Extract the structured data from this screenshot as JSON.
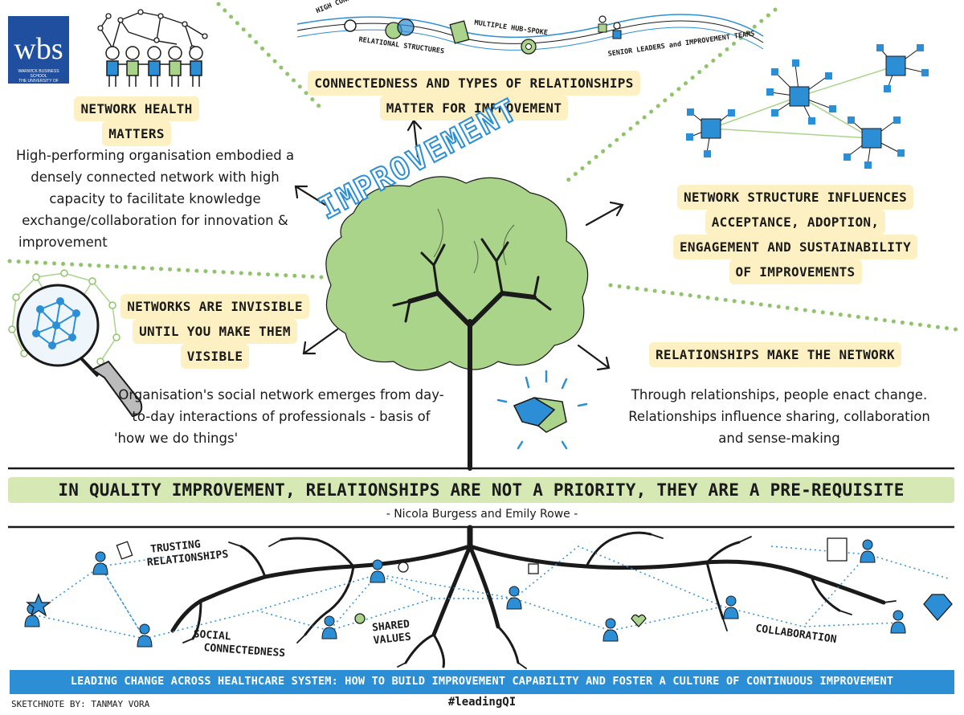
{
  "logo": {
    "name": "wbs",
    "subtitle_1": "WARWICK BUSINESS SCHOOL",
    "subtitle_2": "THE UNIVERSITY OF WARWICK"
  },
  "center": {
    "title": "IMPROVEMENT"
  },
  "top_labels": {
    "high_connectivity": "HIGH CONNECTIVITY",
    "relational_structures": "RELATIONAL STRUCTURES",
    "multiple_hub_spoke": "MULTIPLE HUB-SPOKE",
    "senior_leaders": "SENIOR LEADERS and IMPROVEMENT TEAMS"
  },
  "sections": {
    "network_health": {
      "heading_1": "NETWORK HEALTH",
      "heading_2": "MATTERS",
      "body_1": "High-performing organisation embodied a",
      "body_2": "densely connected network with high",
      "body_3": "capacity to facilitate knowledge",
      "body_4": "exchange/collaboration for innovation &",
      "body_5": "improvement"
    },
    "connectedness": {
      "heading_1": "CONNECTEDNESS AND TYPES OF RELATIONSHIPS",
      "heading_2": "MATTER FOR IMPROVEMENT"
    },
    "network_structure": {
      "heading_1": "NETWORK STRUCTURE INFLUENCES",
      "heading_2": "ACCEPTANCE, ADOPTION,",
      "heading_3": "ENGAGEMENT AND SUSTAINABILITY",
      "heading_4": "OF IMPROVEMENTS"
    },
    "invisible": {
      "heading_1": "NETWORKS ARE INVISIBLE",
      "heading_2": "UNTIL YOU MAKE THEM",
      "heading_3": "VISIBLE",
      "body_1": "Organisation's social network emerges from day-",
      "body_2": "to-day interactions of professionals - basis of",
      "body_3": "'how we do things'"
    },
    "relationships": {
      "heading_1": "RELATIONSHIPS MAKE THE NETWORK",
      "body_1": "Through relationships, people enact change.",
      "body_2": "Relationships influence sharing, collaboration",
      "body_3": "and sense-making"
    }
  },
  "quote": {
    "text": "IN QUALITY IMPROVEMENT, RELATIONSHIPS ARE NOT A PRIORITY, THEY ARE A PRE-REQUISITE",
    "author": "- Nicola Burgess and Emily Rowe -"
  },
  "root_labels": {
    "trusting_1": "TRUSTING",
    "trusting_2": "RELATIONSHIPS",
    "social_1": "SOCIAL",
    "social_2": "CONNECTEDNESS",
    "shared_1": "SHARED",
    "shared_2": "VALUES",
    "collaboration": "COLLABORATION"
  },
  "footer": {
    "banner": "LEADING CHANGE ACROSS HEALTHCARE SYSTEM:  HOW TO BUILD IMPROVEMENT CAPABILITY AND FOSTER A CULTURE OF CONTINUOUS IMPROVEMENT",
    "credit": "SKETCHNOTE BY: TANMAY VORA",
    "hashtag": "#leadingQI"
  },
  "colors": {
    "blue": "#2c8fd6",
    "green": "#a9d48a",
    "dark_green": "#7fb85a",
    "highlight": "#fdf0c2",
    "wbs_blue": "#1f4f9e"
  }
}
